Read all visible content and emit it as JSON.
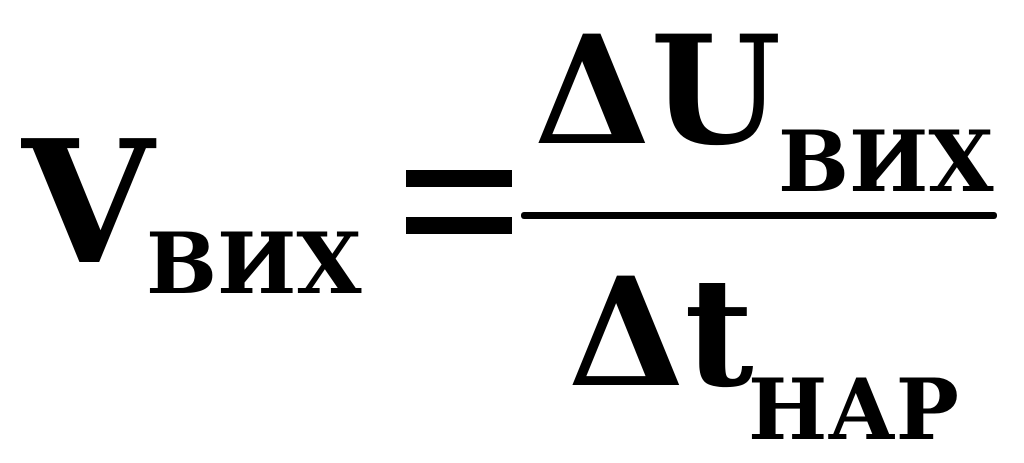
{
  "formula": {
    "lhs": {
      "symbol": "V",
      "subscript": "ВИХ"
    },
    "operator": "=",
    "numerator": {
      "symbol": "ΔU",
      "subscript": "ВИХ"
    },
    "denominator": {
      "symbol": "Δt",
      "subscript": "НАР"
    }
  }
}
